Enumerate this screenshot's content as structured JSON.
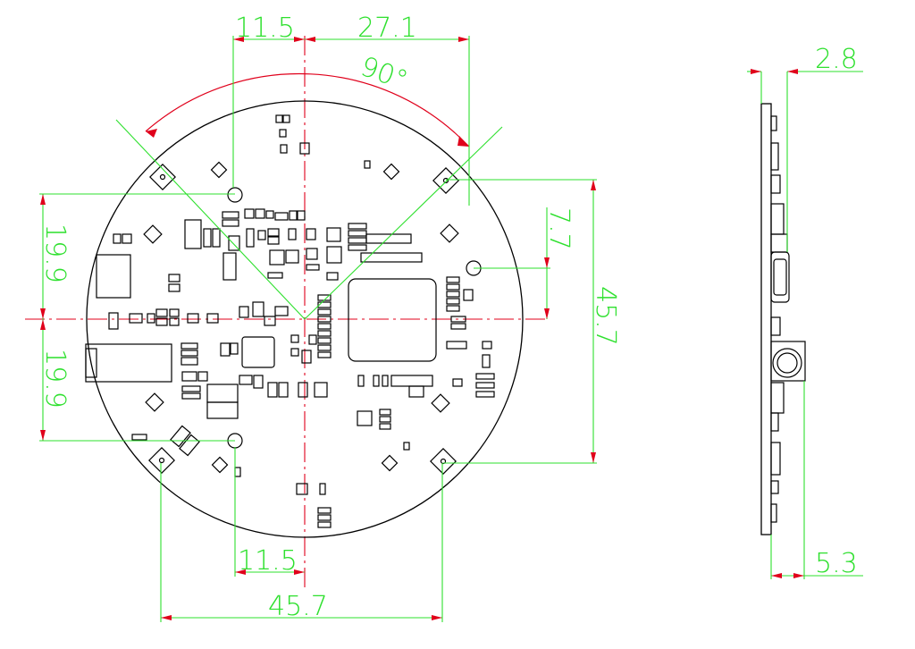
{
  "colors": {
    "dimension": "#2ee02e",
    "centerline": "#e0001b",
    "outline": "#000000",
    "background": "#ffffff"
  },
  "top_view": {
    "dimensions": {
      "left_hole_offset_top": "11.5",
      "right_hole_offset": "27.1",
      "mount_angle": "90°",
      "upper_hole_from_center": "19.9",
      "lower_hole_from_center": "19.9",
      "right_hole_from_center": "7.7",
      "mount_hole_span_vertical": "45.7",
      "left_hole_offset_bottom": "11.5",
      "mount_hole_span_horizontal": "45.7"
    }
  },
  "side_view": {
    "dimensions": {
      "board_thickness_with_parts": "2.8",
      "connector_height": "5.3"
    }
  }
}
